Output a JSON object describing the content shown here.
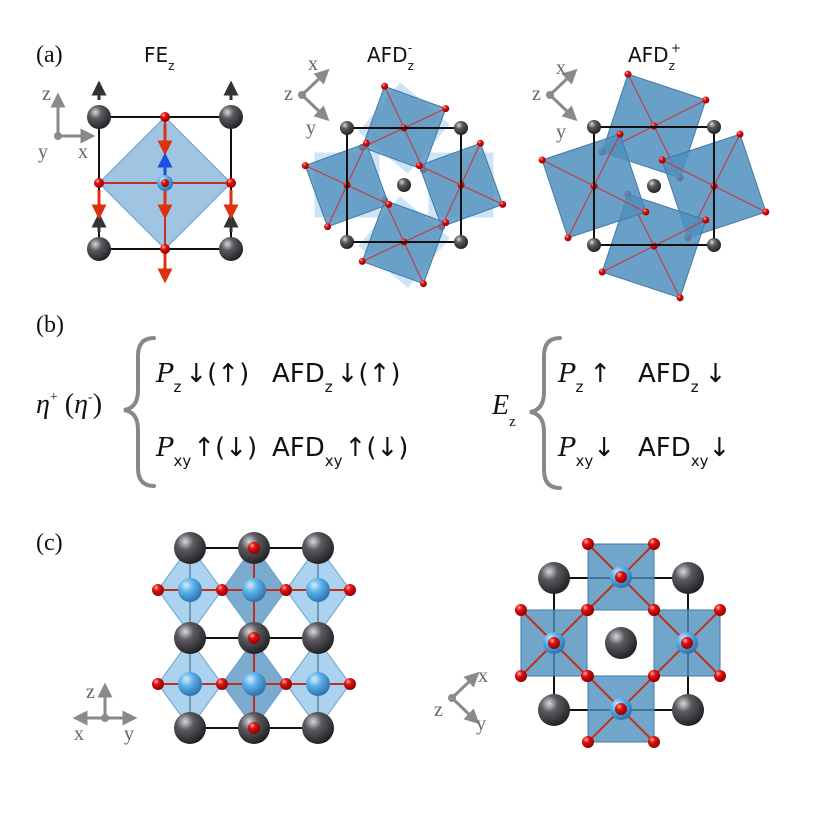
{
  "panels": {
    "a": {
      "label": "(a)",
      "structures": [
        {
          "main": "FE",
          "sub": "z",
          "sup": ""
        },
        {
          "main": "AFD",
          "sub": "z",
          "sup": "-"
        },
        {
          "main": "AFD",
          "sub": "z",
          "sup": "+"
        }
      ],
      "axes": {
        "z": "z",
        "x": "x",
        "y": "y"
      }
    },
    "b": {
      "label": "(b)",
      "left_lhs": {
        "eta": "η",
        "sup_plus": "+",
        "open": " (",
        "sup_minus": "-",
        "close": ")"
      },
      "left_rows": [
        {
          "sym": "P",
          "sub": "z",
          "arrows": "↓(↑)",
          "afd": "AFD",
          "afd_sub": "z",
          "afd_arrows": "↓(↑)"
        },
        {
          "sym": "P",
          "sub": "xy",
          "arrows": "↑(↓)",
          "afd": "AFD",
          "afd_sub": "xy",
          "afd_arrows": "↑(↓)"
        }
      ],
      "right_lhs": {
        "sym": "E",
        "sub": "z"
      },
      "right_rows": [
        {
          "sym": "P",
          "sub": "z",
          "arrows": "↑",
          "afd": "AFD",
          "afd_sub": "z",
          "afd_arrows": "↓"
        },
        {
          "sym": "P",
          "sub": "xy",
          "arrows": "↓",
          "afd": "AFD",
          "afd_sub": "xy",
          "afd_arrows": "↓"
        }
      ]
    },
    "c": {
      "label": "(c)",
      "axes": {
        "z": "z",
        "x": "x",
        "y": "y"
      }
    }
  },
  "colors": {
    "a_site": "#3a3a40",
    "oxygen": "#d40000",
    "b_site": "#4aa3df",
    "octahedron": "#4f8fbd",
    "octahedron_light": "#8fc4ea",
    "arrow_red": "#e03010",
    "arrow_blue": "#1a4fe0",
    "bracket": "#888888",
    "axis": "#8a8a8a"
  }
}
